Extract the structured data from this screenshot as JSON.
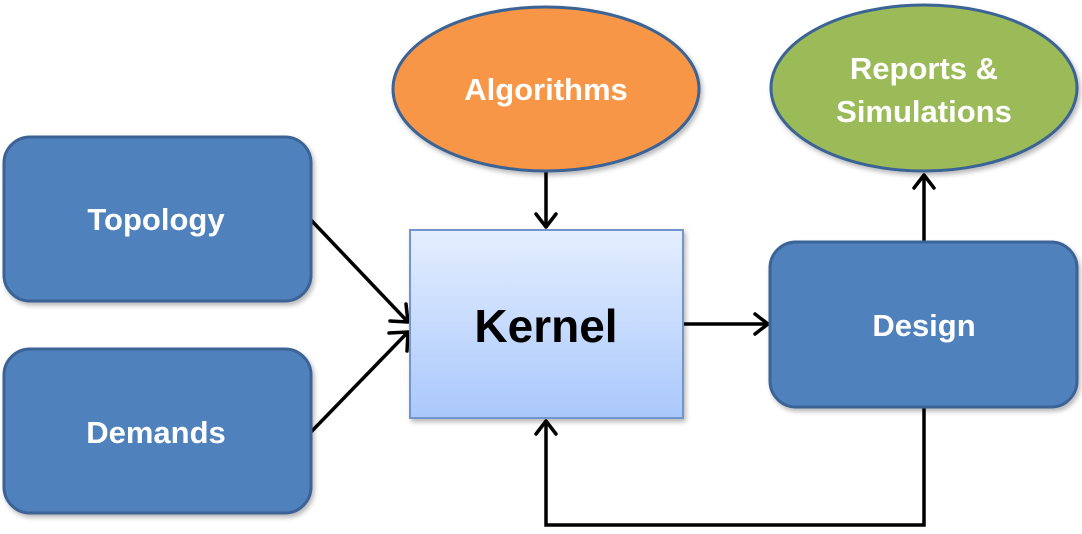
{
  "nodes": {
    "topology": {
      "label": "Topology"
    },
    "demands": {
      "label": "Demands"
    },
    "kernel": {
      "label": "Kernel"
    },
    "algorithms": {
      "label": "Algorithms"
    },
    "design": {
      "label": "Design"
    },
    "reports": {
      "label_line1": "Reports &",
      "label_line2": "Simulations"
    }
  },
  "colors": {
    "blue_box_fill": "#4f81bd",
    "blue_box_stroke": "#3a6395",
    "kernel_gradient_top": "#e4eeff",
    "kernel_gradient_bottom": "#a9c8fb",
    "kernel_stroke": "#6f95cf",
    "algorithms_fill": "#f79646",
    "algorithms_stroke": "#3a6395",
    "reports_fill": "#9bbb59",
    "reports_stroke": "#3a6395",
    "arrow": "#000000"
  },
  "edges": [
    {
      "from": "topology",
      "to": "kernel"
    },
    {
      "from": "demands",
      "to": "kernel"
    },
    {
      "from": "algorithms",
      "to": "kernel"
    },
    {
      "from": "kernel",
      "to": "design"
    },
    {
      "from": "design",
      "to": "reports"
    },
    {
      "from": "design",
      "to": "kernel"
    }
  ]
}
